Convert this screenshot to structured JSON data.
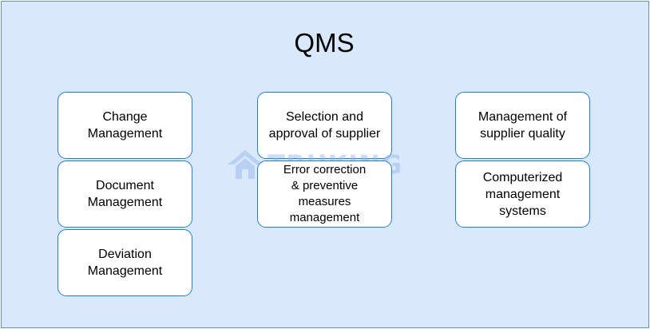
{
  "title": "QMS",
  "watermark": {
    "text": "TRUKING"
  },
  "colors": {
    "background": "#dae8fc",
    "border": "#6c8ebf",
    "box_border": "#1f7ee0",
    "box_fill": "#ffffff"
  },
  "boxes": [
    "Change\nManagement",
    "Document\nManagement",
    "Deviation\nManagement",
    "Selection and\napproval of supplier",
    "Error correction\n& preventive\nmeasures\nmanagement",
    "Management of\nsupplier quality",
    "Computerized\nmanagement\nsystems"
  ]
}
